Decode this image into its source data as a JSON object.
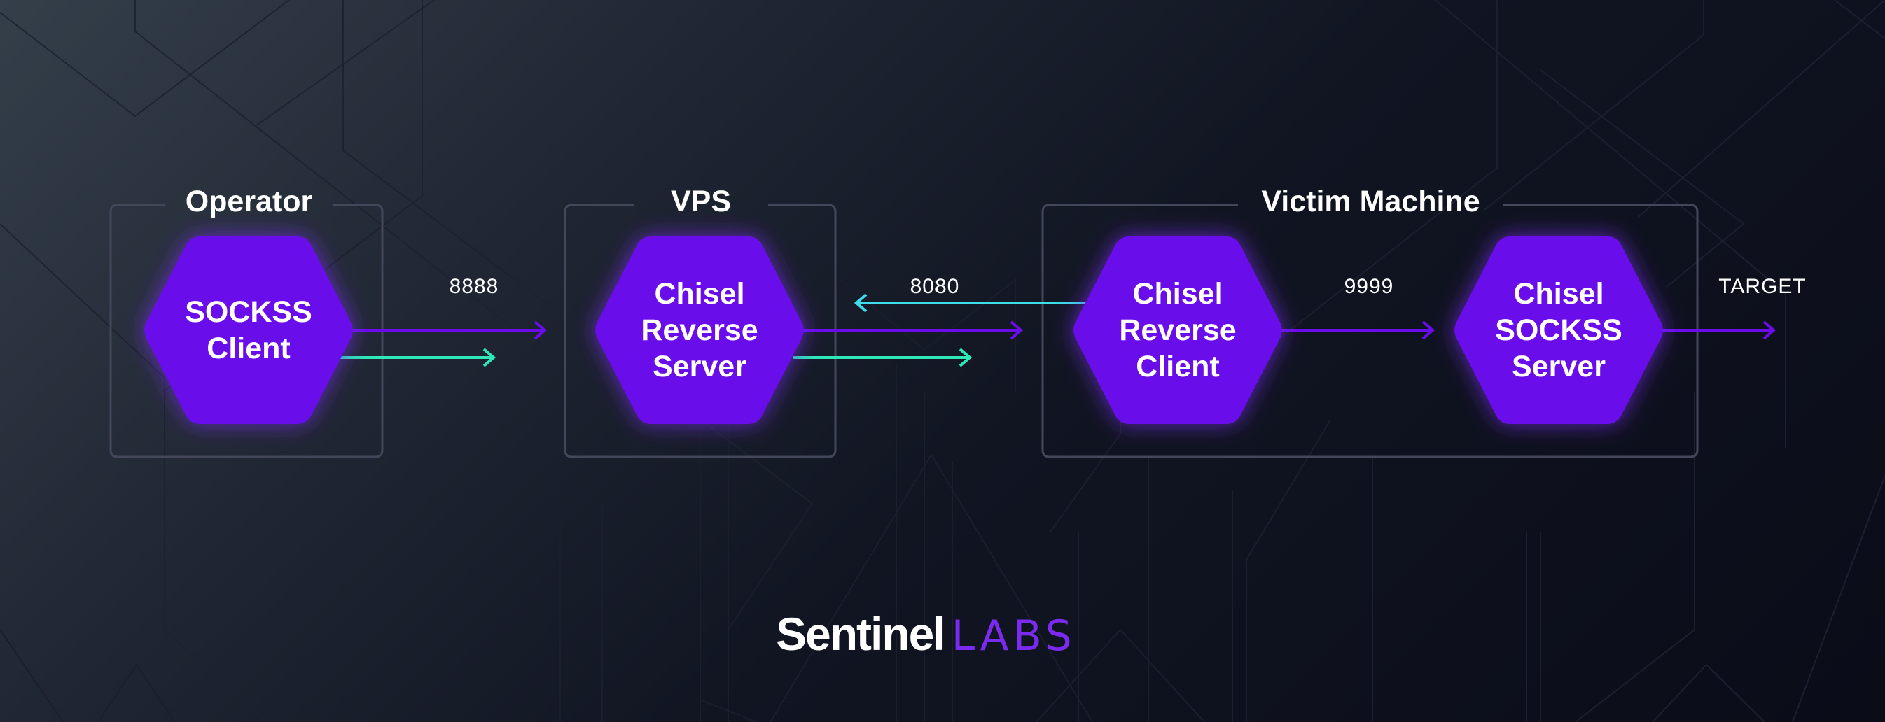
{
  "colors": {
    "node_fill": "#6b0ceb",
    "box_border": "#444759",
    "arrow_request": "#6b0ceb",
    "arrow_forward": "#2ee8b8",
    "arrow_return": "#3fdcea",
    "logo_labs": "#7b2bf0"
  },
  "groups": [
    {
      "title": "Operator"
    },
    {
      "title": "VPS"
    },
    {
      "title": "Victim Machine"
    }
  ],
  "nodes": [
    {
      "lines": [
        "SOCKSS",
        "Client"
      ]
    },
    {
      "lines": [
        "Chisel",
        "Reverse",
        "Server"
      ]
    },
    {
      "lines": [
        "Chisel",
        "Reverse",
        "Client"
      ]
    },
    {
      "lines": [
        "Chisel",
        "SOCKSS",
        "Server"
      ]
    }
  ],
  "ports": {
    "p8888": "8888",
    "p8080": "8080",
    "p9999": "9999",
    "target": "TARGET"
  },
  "connections": [
    {
      "from": "SOCKSS Client",
      "to": "Chisel Reverse Server",
      "port": "8888",
      "type": "request"
    },
    {
      "from": "SOCKSS Client",
      "to": "Chisel Reverse Server",
      "type": "forward"
    },
    {
      "from": "Chisel Reverse Client",
      "to": "Chisel Reverse Server",
      "port": "8080",
      "type": "return"
    },
    {
      "from": "Chisel Reverse Server",
      "to": "Chisel Reverse Client",
      "type": "request"
    },
    {
      "from": "Chisel Reverse Server",
      "to": "Chisel Reverse Client",
      "type": "forward"
    },
    {
      "from": "Chisel Reverse Client",
      "to": "Chisel SOCKSS Server",
      "port": "9999",
      "type": "request"
    },
    {
      "from": "Chisel SOCKSS Server",
      "to": "TARGET",
      "type": "request"
    }
  ],
  "logo": {
    "part1": "Sentinel",
    "part2": "LABS"
  }
}
